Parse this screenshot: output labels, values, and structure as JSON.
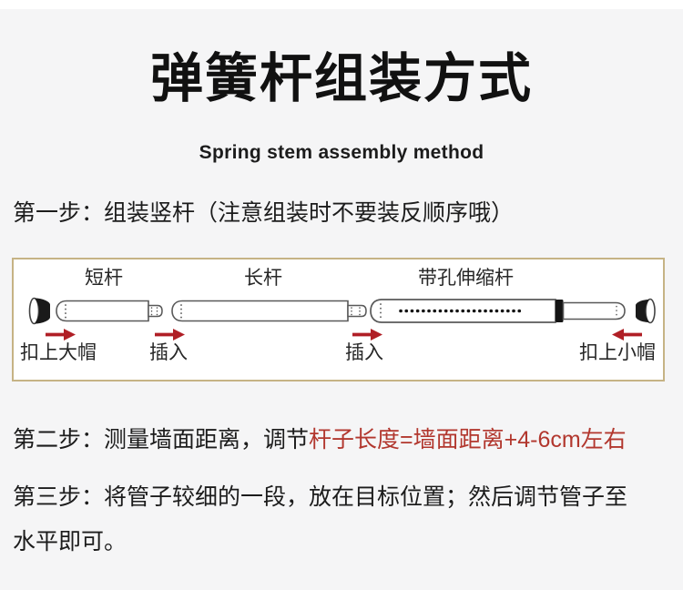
{
  "header": {
    "title": "弹簧杆组装方式",
    "subtitle": "Spring stem assembly method"
  },
  "steps": {
    "step1": "第一步：组装竖杆（注意组装时不要装反顺序哦）",
    "step2_prefix": "第二步：测量墙面距离，调节",
    "step2_highlight": "杆子长度=墙面距离+4-6cm左右",
    "step3_line1": "第三步：将管子较细的一段，放在目标位置；然后调节管子至",
    "step3_line2": "水平即可。"
  },
  "diagram": {
    "part_labels": {
      "short_rod": "短杆",
      "long_rod": "长杆",
      "telescopic_rod": "带孔伸缩杆"
    },
    "action_labels": {
      "attach_large_cap": "扣上大帽",
      "insert_1": "插入",
      "insert_2": "插入",
      "attach_small_cap": "扣上小帽"
    }
  },
  "colors": {
    "background": "#f5f5f6",
    "top_strip": "#ffffff",
    "text": "#1c1c1c",
    "accent_red": "#b2372e",
    "arrow_red": "#b01f26",
    "box_border": "#c6b385",
    "rod_outline": "#595959"
  }
}
